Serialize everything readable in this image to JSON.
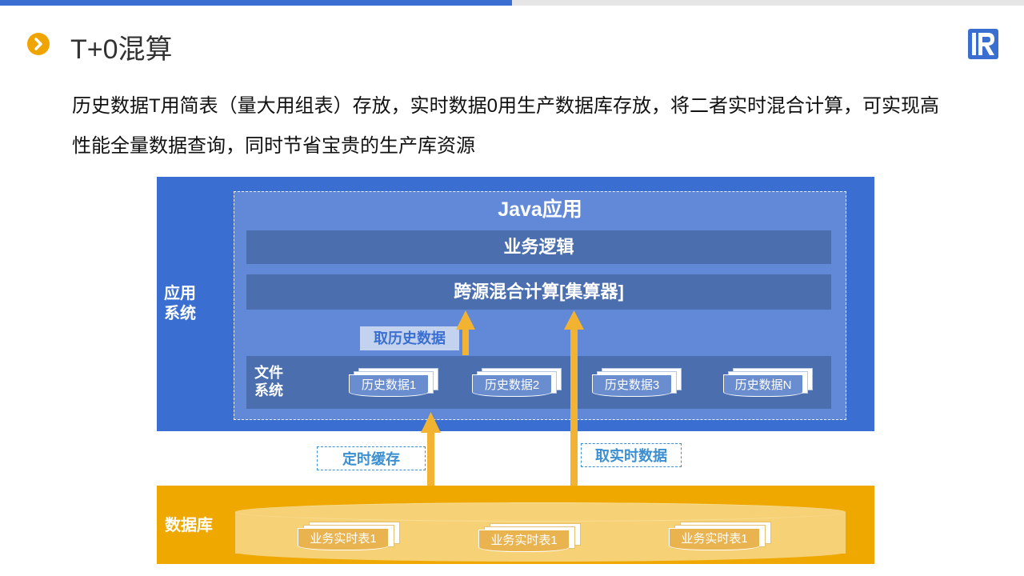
{
  "slide": {
    "title": "T+0混算",
    "description_line1": "历史数据T用简表（量大用组表）存放，实时数据0用生产数据库存放，将二者实时混合计算，可实现高",
    "description_line2": "性能全量数据查询，同时节省宝贵的生产库资源"
  },
  "colors": {
    "blue": "#3a6fd1",
    "orange": "#f0a400",
    "arrow": "#f2b332",
    "panel": "#4a6eae"
  },
  "diagram": {
    "app_label_1": "应用",
    "app_label_2": "系统",
    "java_title": "Java应用",
    "business_logic": "业务逻辑",
    "mixed_compute": "跨源混合计算[集算器]",
    "fetch_history": "取历史数据",
    "fs_label_1": "文件",
    "fs_label_2": "系统",
    "history_files": [
      "历史数据1",
      "历史数据2",
      "历史数据3",
      "历史数据N"
    ],
    "timed_cache": "定时缓存",
    "fetch_realtime": "取实时数据",
    "db_label": "数据库",
    "realtime_tables": [
      "业务实时表1",
      "业务实时表1",
      "业务实时表1"
    ]
  }
}
